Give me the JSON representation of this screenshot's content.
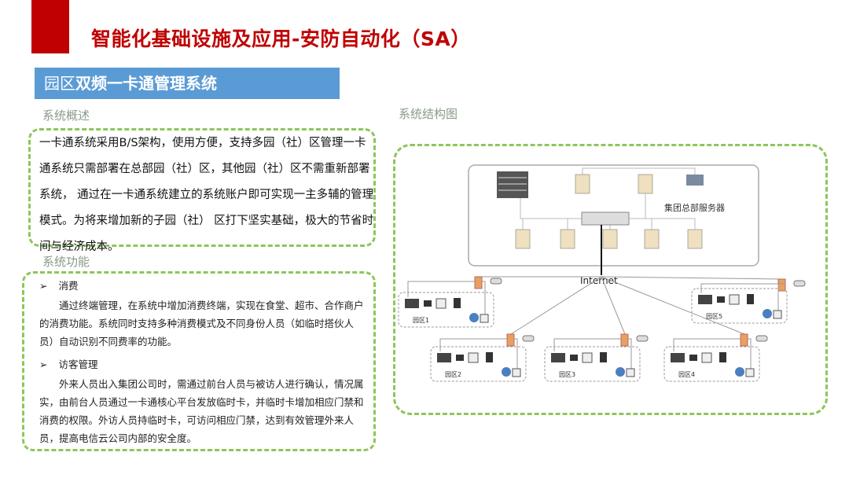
{
  "header": {
    "title": "智能化基础设施及应用-安防自动化（SA）",
    "accent_color": "#c00000"
  },
  "subtitle_bar": {
    "prefix": "园区",
    "main": "双频一卡通管理系统",
    "color": "#5b9bd5"
  },
  "overview": {
    "label": "系统概述",
    "text": "一卡通系统采用B/S架构，使用方便，支持多园（社）区管理一卡通系统只需部署在总部园（社）区，其他园（社）区不需重新部署系统， 通过在一卡通系统建立的系统账户即可实现一主多辅的管理 模式。为将来增加新的子园（社） 区打下坚实基础，极大的节省时间与经济成本。"
  },
  "functions": {
    "label": "系统功能",
    "items": [
      {
        "bullet": "➢",
        "title": "消费",
        "text": "通过终端管理，在系统中增加消费终端，实现在食堂、超市、合作商户的消费功能。系统同时支持多种消费模式及不同身份人员（如临时搭伙人员）自动识别不同费率的功能。"
      },
      {
        "bullet": "➢",
        "title": "访客管理",
        "text": "外来人员出入集团公司时，需通过前台人员与被访人进行确认，情况属实，由前台人员通过一卡通核心平台发放临时卡，并临时卡增加相应门禁和消费的权限。外访人员持临时卡，可访问相应门禁，达到有效管理外来人员，提高电信云公司内部的安全度。"
      }
    ]
  },
  "diagram": {
    "label": "系统结构图",
    "hq_label": "集团总部服务器",
    "internet_label": "Internet",
    "parks": [
      "园区1",
      "园区2",
      "园区3",
      "园区4",
      "园区5"
    ],
    "border_color": "#8dc65a"
  }
}
